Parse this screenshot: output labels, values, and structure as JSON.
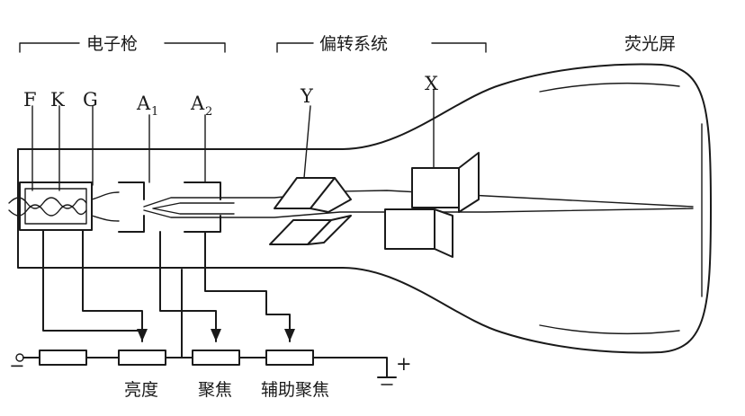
{
  "groups": {
    "electron_gun": "电子枪",
    "deflection_system": "偏转系统",
    "screen": "荧光屏"
  },
  "electrodes": {
    "F": "F",
    "K": "K",
    "G": "G",
    "A1_base": "A",
    "A1_sub": "1",
    "A2_base": "A",
    "A2_sub": "2"
  },
  "plates": {
    "Y": "Y",
    "X": "X"
  },
  "controls": {
    "brightness": "亮度",
    "focus": "聚焦",
    "aux_focus": "辅助聚焦"
  },
  "terminals": {
    "negative": "−",
    "positive": "+"
  }
}
